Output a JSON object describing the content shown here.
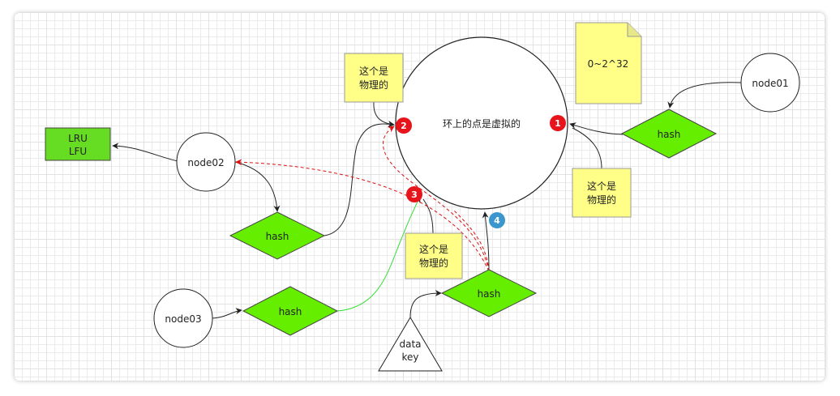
{
  "canvas": {
    "background": "grid"
  },
  "ring": {
    "label": "环上的点是虚拟的",
    "fill": "#ffffff",
    "stroke": "#222222"
  },
  "range_note": {
    "label": "0~2^32",
    "fill": "#ffff88"
  },
  "nodes": [
    {
      "id": "node01",
      "label": "node01"
    },
    {
      "id": "node02",
      "label": "node02"
    },
    {
      "id": "node03",
      "label": "node03"
    }
  ],
  "hash_diamonds": [
    {
      "id": "hash-node01",
      "label": "hash"
    },
    {
      "id": "hash-node02",
      "label": "hash"
    },
    {
      "id": "hash-node03",
      "label": "hash"
    },
    {
      "id": "hash-datakey",
      "label": "hash"
    }
  ],
  "notes": [
    {
      "id": "note-physical-1",
      "line1": "这个是",
      "line2": "物理的"
    },
    {
      "id": "note-physical-2",
      "line1": "这个是",
      "line2": "物理的"
    },
    {
      "id": "note-physical-3",
      "line1": "这个是",
      "line2": "物理的"
    }
  ],
  "cache_box": {
    "line1": "LRU",
    "line2": "LFU",
    "fill": "#66dd22"
  },
  "data_key": {
    "line1": "data",
    "line2": "key"
  },
  "badges": [
    {
      "id": "badge-1",
      "label": "1",
      "color": "#e8141c"
    },
    {
      "id": "badge-2",
      "label": "2",
      "color": "#e8141c"
    },
    {
      "id": "badge-3",
      "label": "3",
      "color": "#e8141c"
    },
    {
      "id": "badge-4",
      "label": "4",
      "color": "#3a96cc"
    }
  ],
  "colors": {
    "hash_fill": "#66ee00",
    "note_fill": "#ffff88",
    "connector": "#222222",
    "green_connector": "#33dd33",
    "dashed_connector": "#dd1111"
  }
}
